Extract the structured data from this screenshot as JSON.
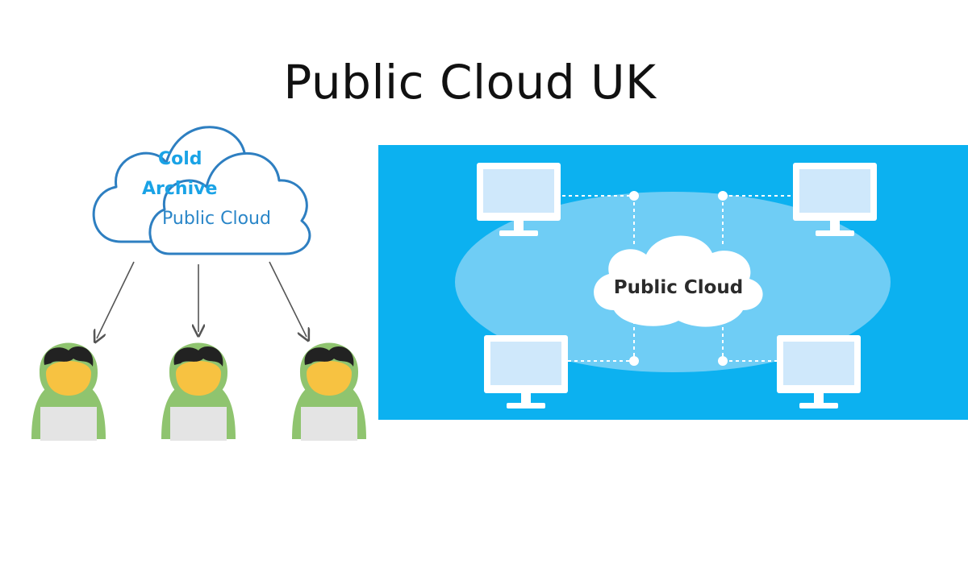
{
  "page": {
    "title": "Public Cloud UK"
  },
  "left_diagram": {
    "cloud_label_cold": "Cold",
    "cloud_label_archive": "Archive",
    "cloud_label_public": "Public Cloud",
    "users_count_icons": 3
  },
  "right_panel": {
    "cloud_label": "Public Cloud"
  },
  "colors": {
    "cloud_outline": "#2e7fc1",
    "cloud_text_bold": "#1aa3e6",
    "cloud_text_light": "#2a86c8",
    "user_hood": "#8fc46f",
    "user_face": "#f7c241",
    "user_hair": "#222222",
    "laptop": "#e4e4e4",
    "panel_bg": "#03aef0",
    "panel_ellipse": "#6fcdf5",
    "monitor_body": "#ffffff",
    "monitor_screen": "#cfe8fb",
    "link_line": "#ffffff"
  }
}
